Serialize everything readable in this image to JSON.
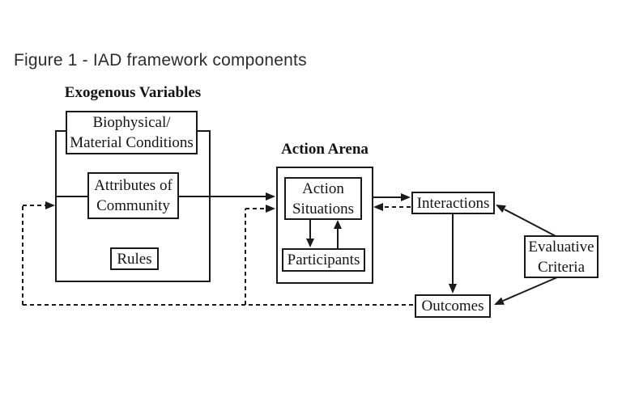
{
  "title": "Figure 1 - IAD framework components",
  "diagram": {
    "groups": {
      "exogenous": {
        "label": "Exogenous Variables"
      },
      "action_arena": {
        "label": "Action Arena"
      }
    },
    "nodes": {
      "biophysical": {
        "line1": "Biophysical/",
        "line2": "Material Conditions"
      },
      "attributes": {
        "line1": "Attributes of",
        "line2": "Community"
      },
      "rules": {
        "label": "Rules"
      },
      "action_situations": {
        "line1": "Action",
        "line2": "Situations"
      },
      "participants": {
        "label": "Participants"
      },
      "interactions": {
        "label": "Interactions"
      },
      "evaluative_criteria": {
        "line1": "Evaluative",
        "line2": "Criteria"
      },
      "outcomes": {
        "label": "Outcomes"
      }
    },
    "edges": [
      {
        "from": "exogenous-variables",
        "to": "action-arena",
        "style": "solid"
      },
      {
        "from": "action-arena",
        "to": "interactions",
        "style": "solid"
      },
      {
        "from": "interactions",
        "to": "action-arena",
        "style": "dashed"
      },
      {
        "from": "action-situations",
        "to": "participants",
        "style": "solid"
      },
      {
        "from": "participants",
        "to": "action-situations",
        "style": "solid"
      },
      {
        "from": "interactions",
        "to": "outcomes",
        "style": "solid"
      },
      {
        "from": "evaluative-criteria",
        "to": "interactions",
        "style": "solid"
      },
      {
        "from": "evaluative-criteria",
        "to": "outcomes",
        "style": "solid"
      },
      {
        "from": "outcomes",
        "to": "exogenous-variables",
        "style": "dashed"
      },
      {
        "from": "outcomes",
        "to": "action-arena",
        "style": "dashed"
      }
    ],
    "colors": {
      "line": "#1a1a1a",
      "text": "#141414",
      "background": "#ffffff"
    }
  }
}
